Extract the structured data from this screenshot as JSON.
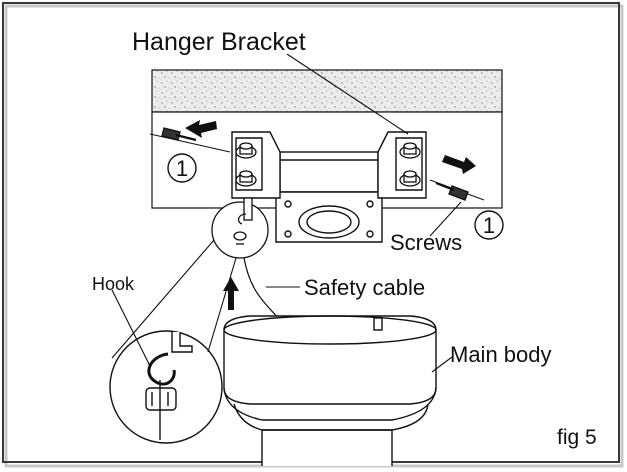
{
  "labels": {
    "hanger_bracket": "Hanger Bracket",
    "screws": "Screws",
    "hook": "Hook",
    "safety_cable": "Safety cable",
    "main_body": "Main body",
    "step_left": "1",
    "step_right": "1",
    "figure": "fig 5"
  },
  "colors": {
    "line": "#111111",
    "frame_border": "#3a3a3a",
    "ceiling_fill": "#e8e8e8",
    "background": "#ffffff"
  }
}
